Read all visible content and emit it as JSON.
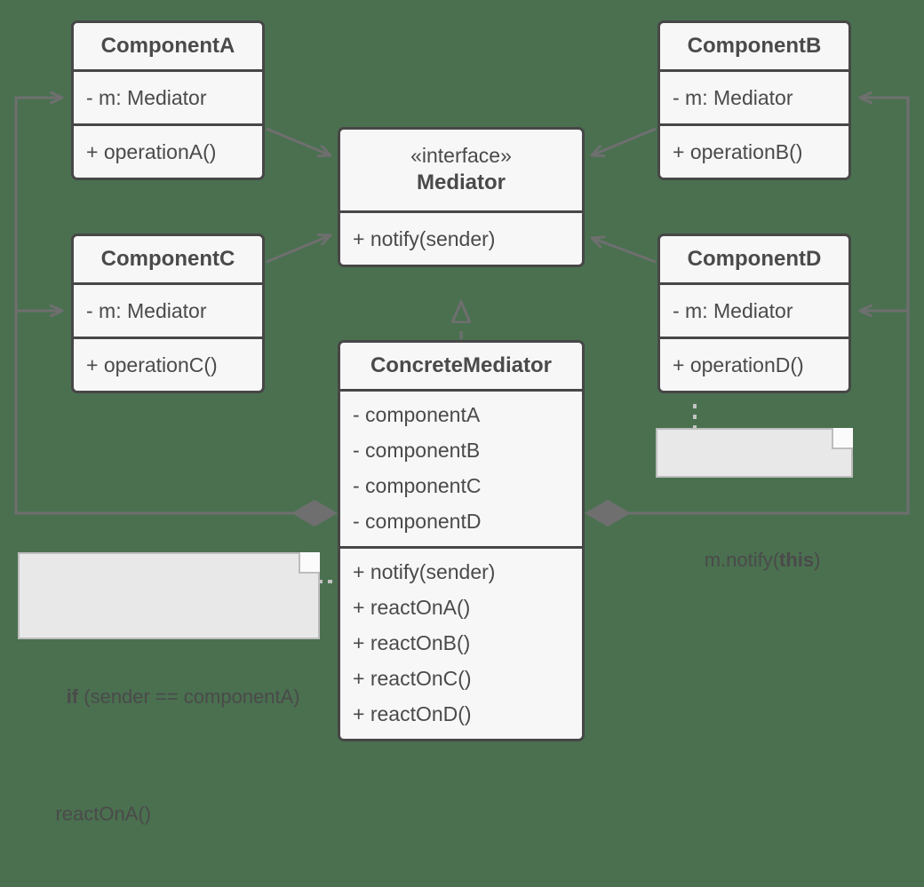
{
  "diagram": {
    "title": "Mediator design pattern UML class diagram",
    "background_color": "#4a7050",
    "box_fill": "#f7f7f7",
    "box_stroke": "#474747",
    "line_color": "#6f6f6f",
    "note_fill": "#e8e8e8",
    "note_stroke": "#bdbdbd",
    "text_color": "#4a4a4a"
  },
  "classes": {
    "component_a": {
      "name": "ComponentA",
      "fields": [
        "- m: Mediator"
      ],
      "methods": [
        "+ operationA()"
      ]
    },
    "component_b": {
      "name": "ComponentB",
      "fields": [
        "- m: Mediator"
      ],
      "methods": [
        "+ operationB()"
      ]
    },
    "component_c": {
      "name": "ComponentC",
      "fields": [
        "- m: Mediator"
      ],
      "methods": [
        "+ operationC()"
      ]
    },
    "component_d": {
      "name": "ComponentD",
      "fields": [
        "- m: Mediator"
      ],
      "methods": [
        "+ operationD()"
      ]
    },
    "mediator": {
      "stereotype": "«interface»",
      "name": "Mediator",
      "methods": [
        "+ notify(sender)"
      ]
    },
    "concrete_mediator": {
      "name": "ConcreteMediator",
      "fields": [
        "- componentA",
        "- componentB",
        "- componentC",
        "- componentD"
      ],
      "methods": [
        "+ notify(sender)",
        "+ reactOnA()",
        "+ reactOnB()",
        "+ reactOnC()",
        "+ reactOnD()"
      ]
    }
  },
  "notes": {
    "react_note": {
      "line1_bold": "if",
      "line1_rest": " (sender == componentA)",
      "line2": "    reactOnA()"
    },
    "notify_note": {
      "prefix": "m.notify(",
      "bold": "this",
      "suffix": ")"
    }
  },
  "relationships": [
    {
      "from": "ComponentA",
      "to": "Mediator",
      "type": "association"
    },
    {
      "from": "ComponentB",
      "to": "Mediator",
      "type": "association"
    },
    {
      "from": "ComponentC",
      "to": "Mediator",
      "type": "association"
    },
    {
      "from": "ComponentD",
      "to": "Mediator",
      "type": "association"
    },
    {
      "from": "ConcreteMediator",
      "to": "Mediator",
      "type": "realization"
    },
    {
      "from": "ConcreteMediator",
      "to": "ComponentA",
      "type": "composition"
    },
    {
      "from": "ConcreteMediator",
      "to": "ComponentC",
      "type": "composition"
    },
    {
      "from": "ConcreteMediator",
      "to": "ComponentB",
      "type": "composition"
    },
    {
      "from": "ConcreteMediator",
      "to": "ComponentD",
      "type": "composition"
    }
  ]
}
